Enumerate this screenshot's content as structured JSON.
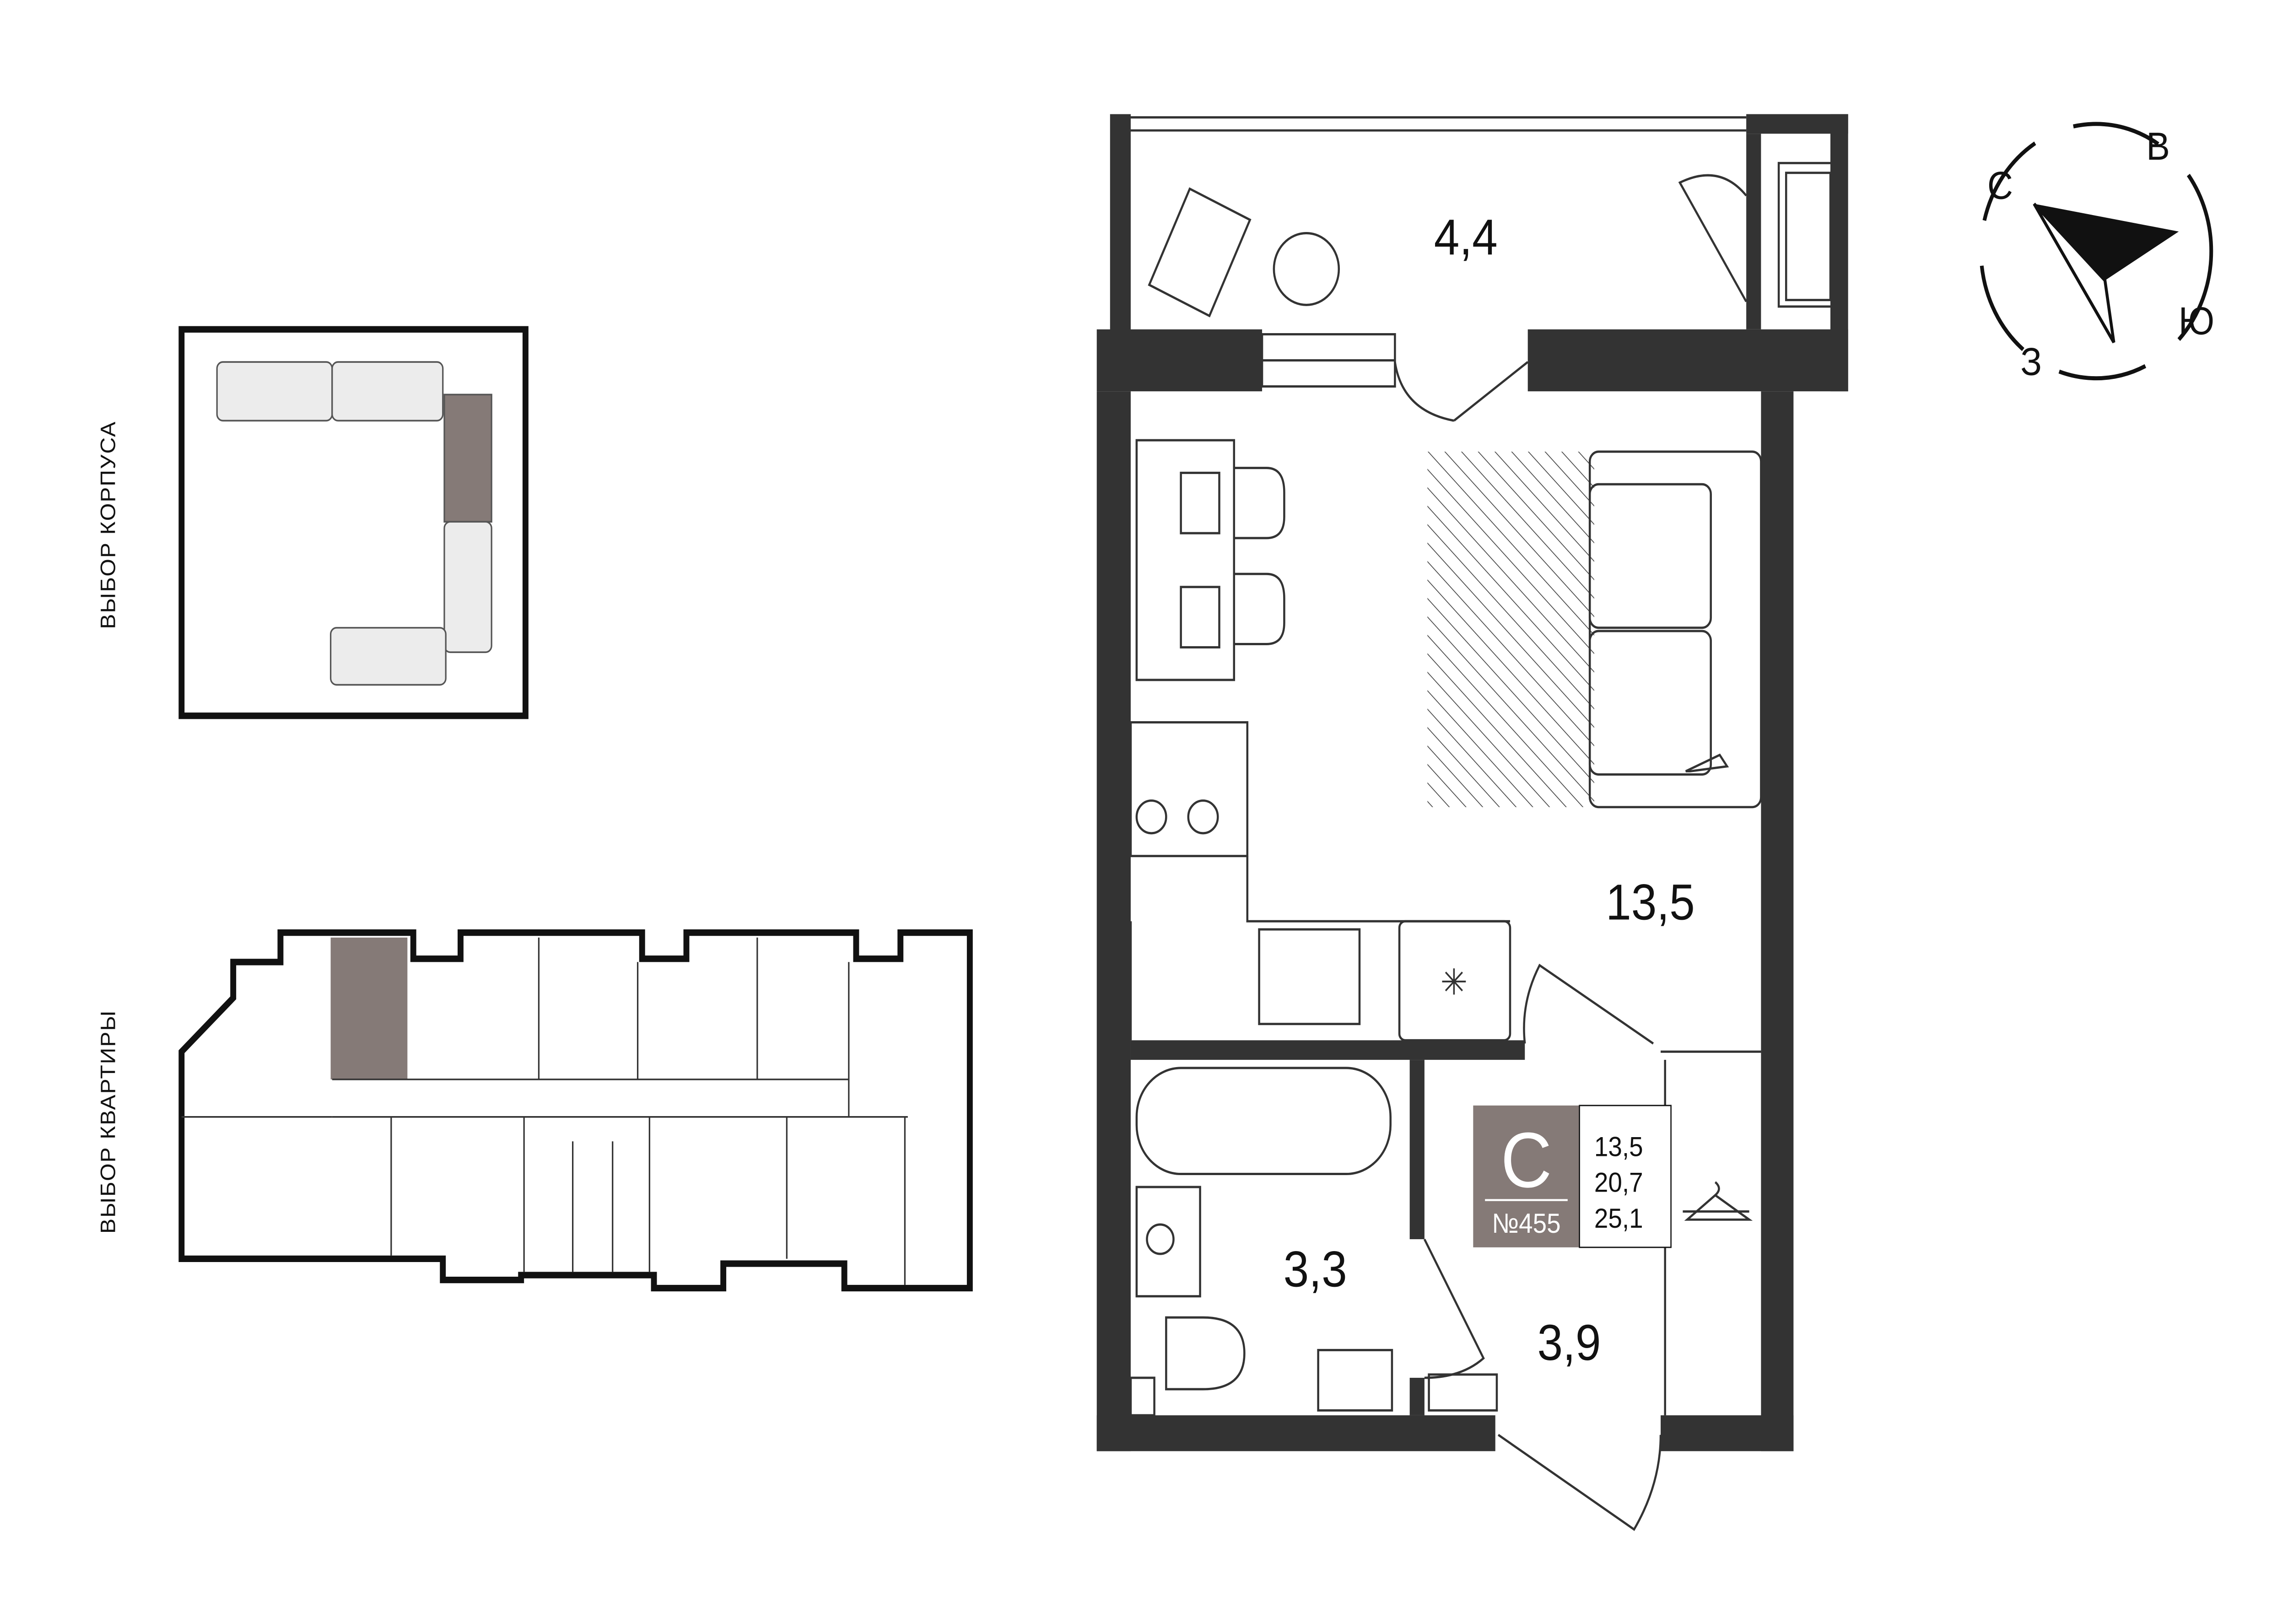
{
  "selectors": {
    "building_label": "ВЫБОР КОРПУСА",
    "apartment_label": "ВЫБОР КВАРТИРЫ"
  },
  "rooms": [
    {
      "name": "balcony",
      "area": "4,4"
    },
    {
      "name": "living",
      "area": "13,5"
    },
    {
      "name": "bathroom",
      "area": "3,3"
    },
    {
      "name": "hall",
      "area": "3,9"
    }
  ],
  "badge": {
    "type_letter": "С",
    "number": "№455",
    "living_area": "13,5",
    "total_area": "20,7",
    "area_with_balcony": "25,1"
  },
  "compass": {
    "n": "С",
    "e": "В",
    "s": "Ю",
    "w": "З"
  },
  "colors": {
    "wall": "#333333",
    "highlight": "#857a77",
    "badge": "#857a77"
  }
}
